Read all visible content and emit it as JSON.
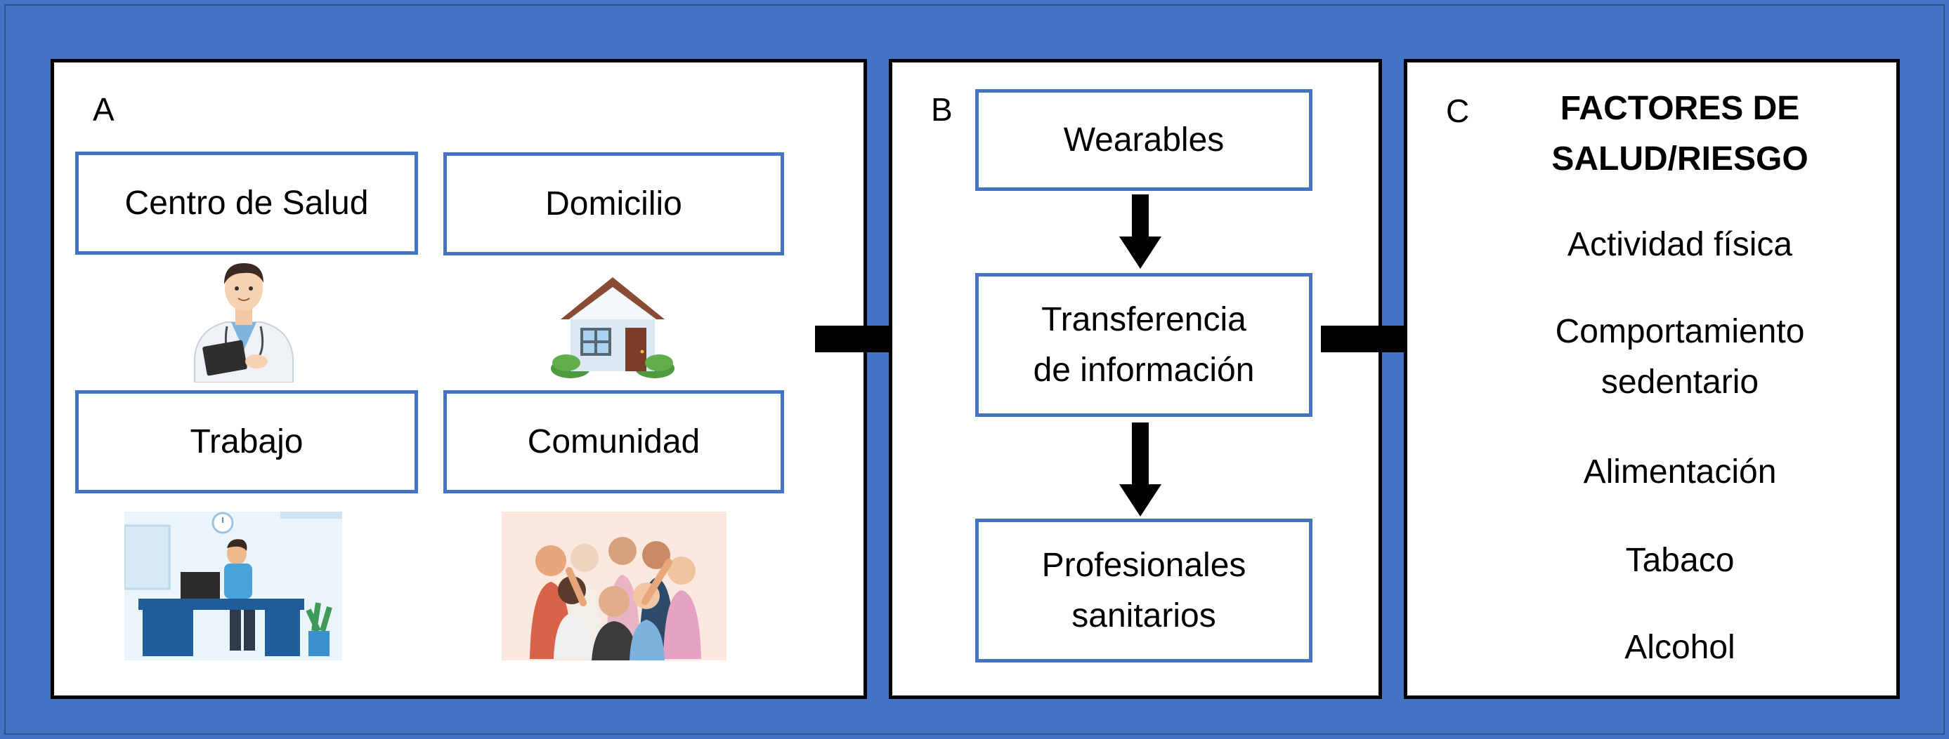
{
  "panel_a": {
    "letter": "A",
    "boxes": [
      "Centro de Salud",
      "Domicilio",
      "Trabajo",
      "Comunidad"
    ]
  },
  "panel_b": {
    "letter": "B",
    "boxes": [
      "Wearables",
      "Transferencia\nde información",
      "Profesionales\nsanitarios"
    ]
  },
  "panel_c": {
    "letter": "C",
    "title": "FACTORES DE\nSALUD/RIESGO",
    "factors": [
      "Actividad física",
      "Comportamiento\nsedentario",
      "Alimentación",
      "Tabaco",
      "Alcohol"
    ]
  },
  "colors": {
    "background": "#4472c4",
    "box_border": "#4472c4",
    "panel_border": "#000000",
    "arrow": "#000000"
  },
  "icons": [
    "doctor-illustration",
    "house-illustration",
    "office-worker-illustration",
    "community-group-illustration"
  ]
}
